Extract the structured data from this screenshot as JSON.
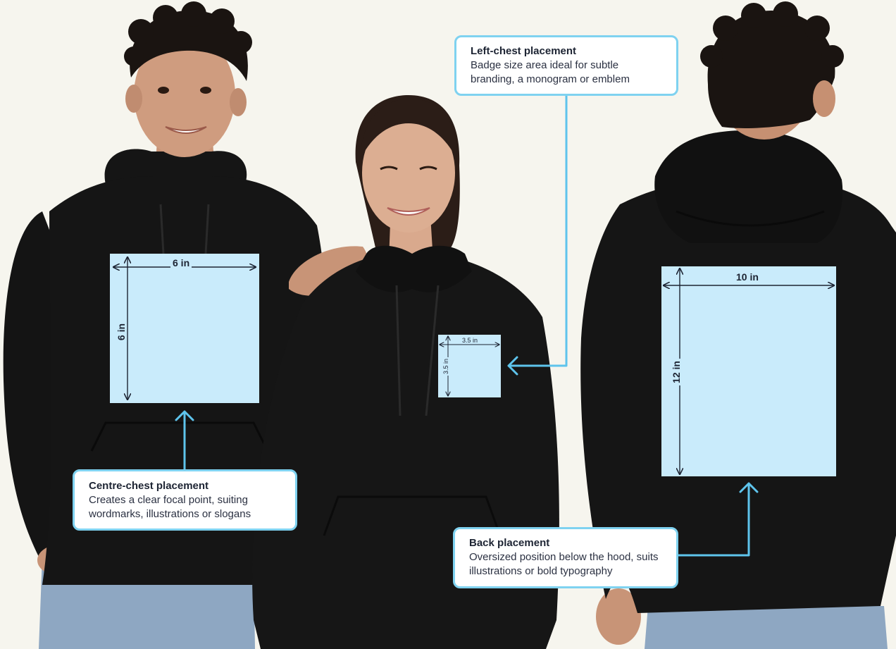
{
  "colors": {
    "background": "#f6f5ee",
    "print_area": "#c9ebfb",
    "callout_border": "#7fd2f0",
    "connector": "#5ec4ec",
    "garment": "#151515",
    "text": "#1d2433"
  },
  "placements": {
    "centre_chest": {
      "title": "Centre-chest placement",
      "description": "Creates a clear focal point, suiting wordmarks, illustrations or slogans",
      "width_label": "6 in",
      "height_label": "6 in"
    },
    "left_chest": {
      "title": "Left-chest placement",
      "description": "Badge size area ideal for subtle branding, a monogram or emblem",
      "width_label": "3.5 in",
      "height_label": "3.5 in"
    },
    "back": {
      "title": "Back placement",
      "description": "Oversized position below the hood, suits illustrations or bold typography",
      "width_label": "10 in",
      "height_label": "12 in"
    }
  }
}
